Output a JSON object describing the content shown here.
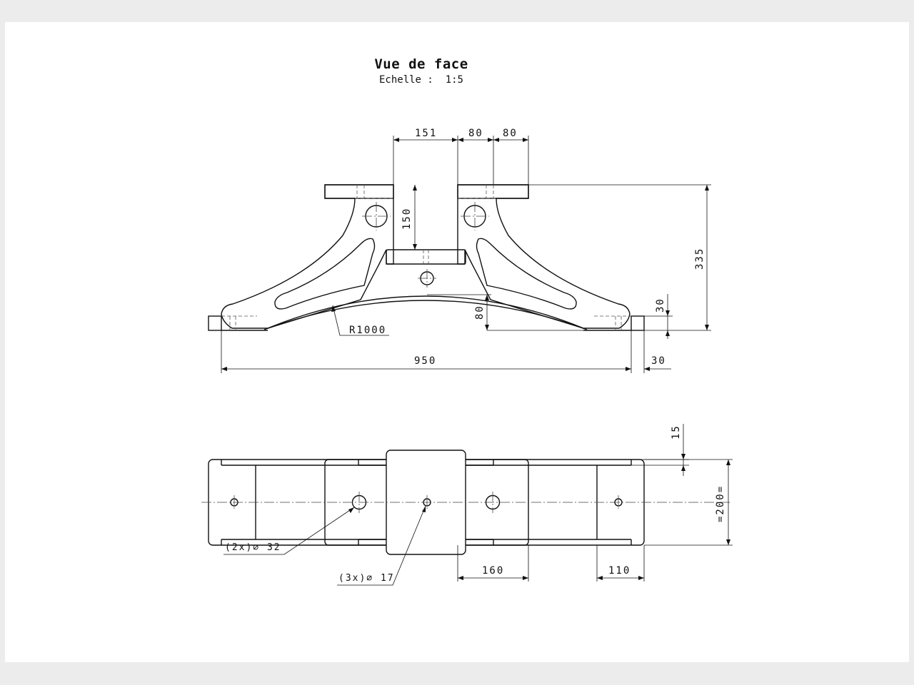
{
  "view": {
    "title": "Vue de face",
    "scale": "Echelle :  1:5"
  },
  "dimensions": {
    "front": {
      "d151": "151",
      "d80a": "80",
      "d80b": "80",
      "d150": "150",
      "d335": "335",
      "d80c": "80",
      "d30v": "30",
      "r1000": "R1000",
      "d950": "950",
      "d30h": "30"
    },
    "top": {
      "d15": "15",
      "d200": "=200=",
      "d160": "160",
      "d110": "110",
      "holes32": "(2x)⌀ 32",
      "holes17": "(3x)⌀ 17"
    }
  },
  "colors": {
    "line": "#111111",
    "sheet": "#ffffff",
    "background": "#ececec"
  }
}
